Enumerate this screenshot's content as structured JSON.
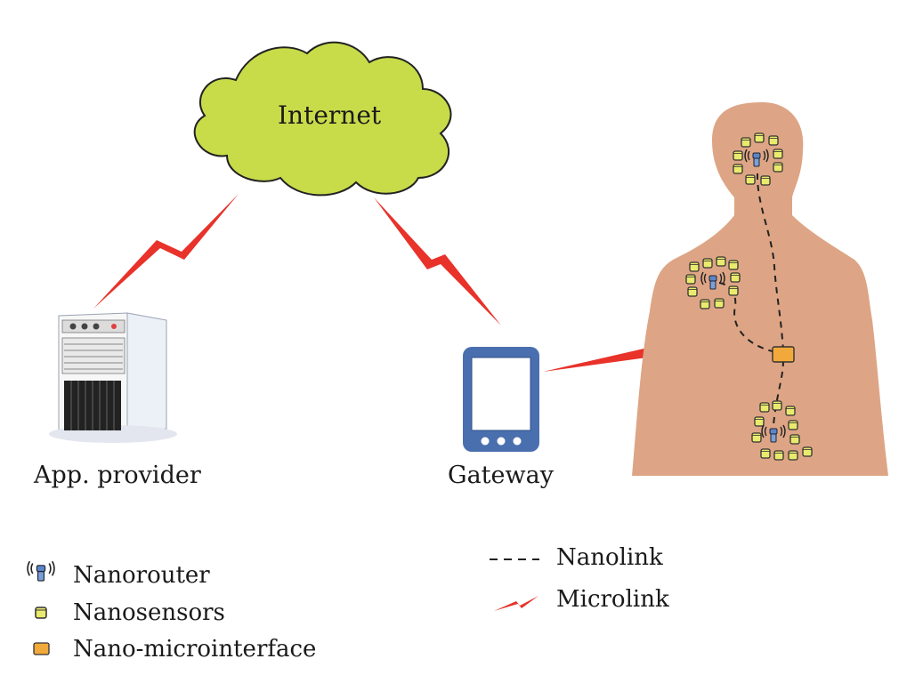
{
  "cloud": {
    "label": "Internet"
  },
  "nodes": {
    "app_provider": "App. provider",
    "gateway": "Gateway"
  },
  "legend": {
    "nanorouter": "Nanorouter",
    "nanosensors": "Nanosensors",
    "nano_microinterface": "Nano-microinterface",
    "nanolink": "Nanolink",
    "microlink": "Microlink"
  },
  "colors": {
    "cloud_fill": "#c8dc4a",
    "microlink": "#e8322a",
    "skin": "#dda585",
    "sensor_fill": "#eaea6e",
    "router_fill": "#5a86c5",
    "interface_fill": "#f2a93b",
    "gateway_frame": "#4a6fae"
  }
}
